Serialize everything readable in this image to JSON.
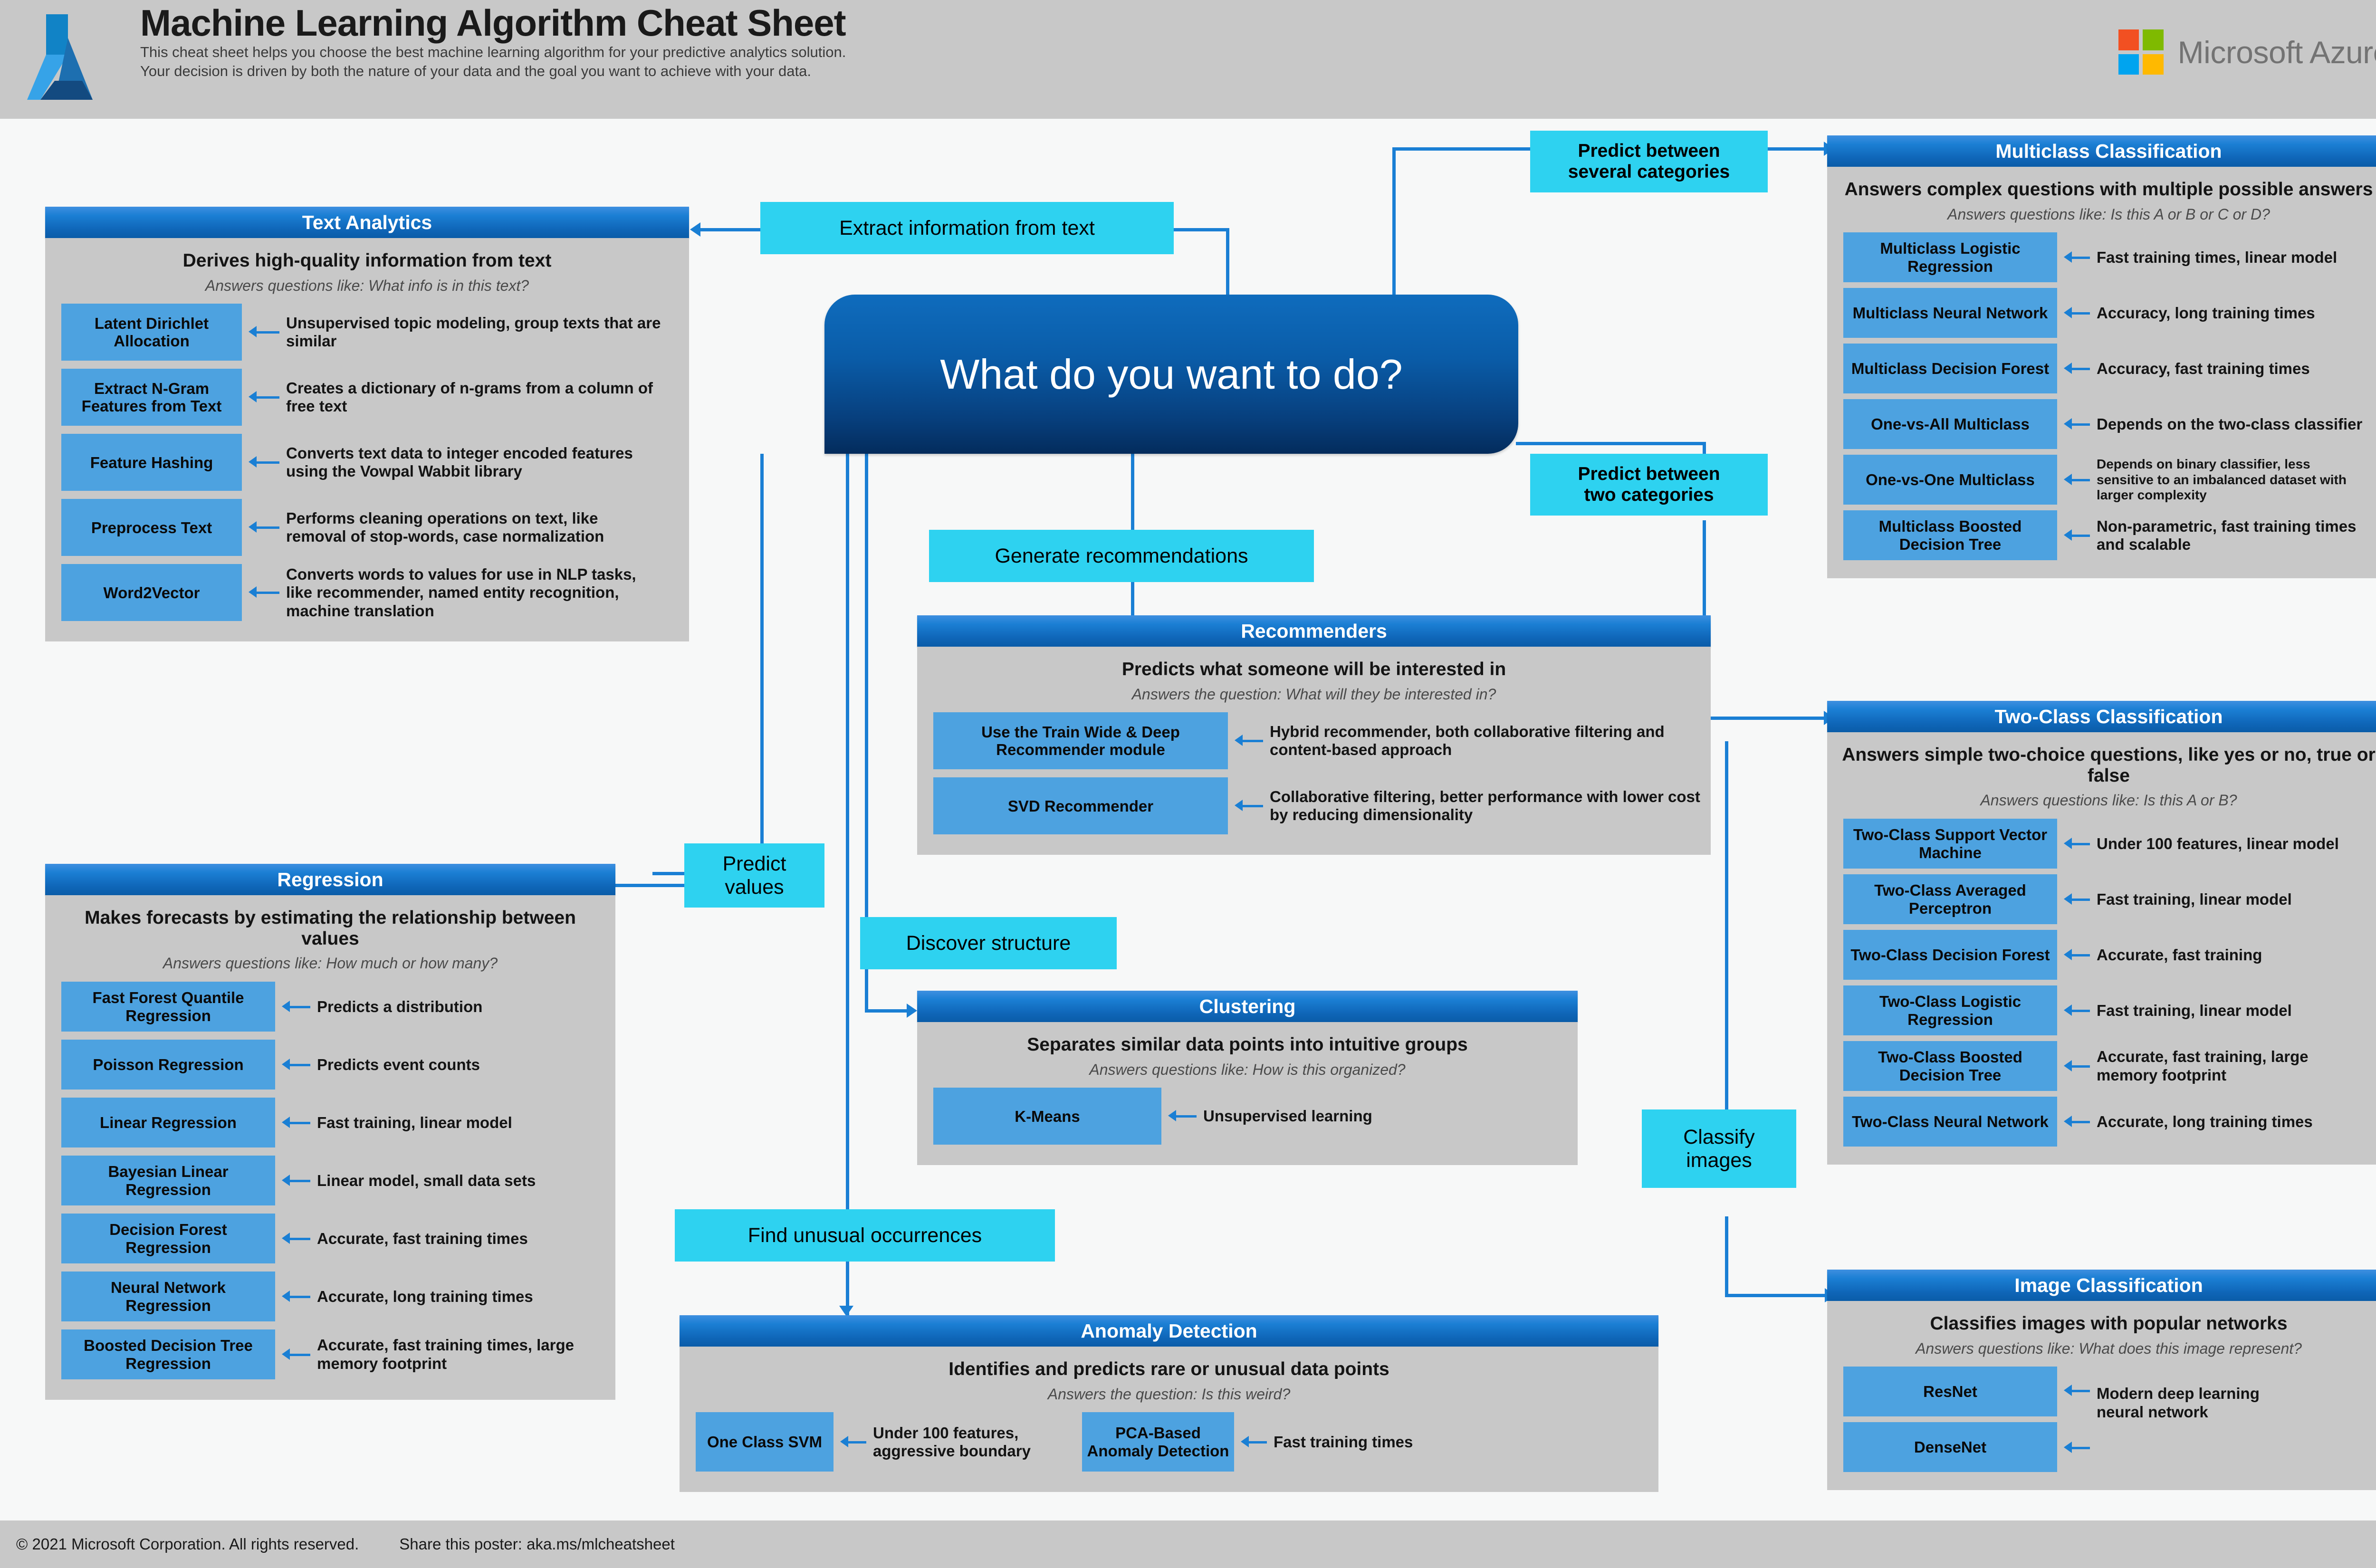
{
  "header": {
    "title": "Machine Learning Algorithm Cheat Sheet",
    "subtitle_line1": "This cheat sheet helps you choose the best machine learning algorithm for your predictive analytics solution.",
    "subtitle_line2": "Your decision is driven by both the nature of your data and the goal you want to achieve with your data.",
    "brand": "Microsoft Azure",
    "brand_colors": {
      "red": "#f25022",
      "green": "#7fba00",
      "blue": "#00a4ef",
      "yellow": "#ffb900",
      "label": "#737373"
    },
    "logo_colors": {
      "top": "#1183c6",
      "left": "#36a3e8",
      "right": "#1d6fb0",
      "bottom": "#134a80"
    }
  },
  "central": {
    "question": "What do you want to do?"
  },
  "chips": {
    "extract_information": "Extract information from text",
    "predict_several": "Predict between\nseveral categories",
    "predict_two": "Predict between\ntwo categories",
    "generate_recommendations": "Generate recommendations",
    "predict_values": "Predict\nvalues",
    "discover_structure": "Discover structure",
    "find_unusual": "Find unusual occurrences",
    "classify_images": "Classify\nimages"
  },
  "panels": {
    "text_analytics": {
      "title": "Text Analytics",
      "lead": "Derives high-quality information from text",
      "question": "Answers questions like: What info is in this text?",
      "items": [
        {
          "algorithm": "Latent Dirichlet Allocation",
          "description": "Unsupervised topic modeling, group texts that are similar"
        },
        {
          "algorithm": "Extract N-Gram Features from Text",
          "description": "Creates a dictionary of n-grams from a column of free text"
        },
        {
          "algorithm": "Feature Hashing",
          "description": "Converts text data to integer encoded features using the Vowpal Wabbit library"
        },
        {
          "algorithm": "Preprocess Text",
          "description": "Performs cleaning operations on text, like removal of stop-words, case normalization"
        },
        {
          "algorithm": "Word2Vector",
          "description": "Converts words to values for use in NLP tasks, like recommender, named entity recognition, machine translation"
        }
      ]
    },
    "regression": {
      "title": "Regression",
      "lead": "Makes forecasts by estimating the relationship between values",
      "question": "Answers questions like: How much or how many?",
      "items": [
        {
          "algorithm": "Fast Forest Quantile Regression",
          "description": "Predicts a distribution"
        },
        {
          "algorithm": "Poisson Regression",
          "description": "Predicts event counts"
        },
        {
          "algorithm": "Linear Regression",
          "description": "Fast training, linear model"
        },
        {
          "algorithm": "Bayesian Linear Regression",
          "description": "Linear model, small data sets"
        },
        {
          "algorithm": "Decision Forest Regression",
          "description": "Accurate, fast training times"
        },
        {
          "algorithm": "Neural Network Regression",
          "description": "Accurate, long training times"
        },
        {
          "algorithm": "Boosted Decision Tree Regression",
          "description": "Accurate, fast training times, large memory footprint"
        }
      ]
    },
    "recommenders": {
      "title": "Recommenders",
      "lead": "Predicts what someone will be interested in",
      "question": "Answers the question: What will they be interested in?",
      "items": [
        {
          "algorithm": "Use the Train Wide & Deep Recommender module",
          "description": "Hybrid recommender, both collaborative filtering and content-based approach"
        },
        {
          "algorithm": "SVD Recommender",
          "description": "Collaborative filtering, better performance with lower cost by reducing dimensionality"
        }
      ]
    },
    "clustering": {
      "title": "Clustering",
      "lead": "Separates similar data points into intuitive groups",
      "question": "Answers questions like: How is this organized?",
      "items": [
        {
          "algorithm": "K-Means",
          "description": "Unsupervised learning"
        }
      ]
    },
    "anomaly_detection": {
      "title": "Anomaly Detection",
      "lead": "Identifies and predicts rare or unusual data points",
      "question": "Answers the question: Is this weird?",
      "items": [
        {
          "algorithm": "One Class SVM",
          "description": "Under 100 features, aggressive boundary"
        },
        {
          "algorithm": "PCA-Based Anomaly Detection",
          "description": "Fast training times"
        }
      ]
    },
    "multiclass_classification": {
      "title": "Multiclass Classification",
      "lead": "Answers complex questions with multiple possible answers",
      "question": "Answers questions like: Is this A or B or C or D?",
      "items": [
        {
          "algorithm": "Multiclass Logistic Regression",
          "description": "Fast training times, linear model"
        },
        {
          "algorithm": "Multiclass Neural Network",
          "description": "Accuracy, long training times"
        },
        {
          "algorithm": "Multiclass Decision Forest",
          "description": "Accuracy, fast training times"
        },
        {
          "algorithm": "One-vs-All Multiclass",
          "description": "Depends on the two-class classifier"
        },
        {
          "algorithm": "One-vs-One Multiclass",
          "description": "Depends on binary classifier, less sensitive to an imbalanced dataset with larger complexity"
        },
        {
          "algorithm": "Multiclass Boosted Decision Tree",
          "description": "Non-parametric, fast training times and scalable"
        }
      ]
    },
    "two_class_classification": {
      "title": "Two-Class Classification",
      "lead": "Answers simple two-choice questions, like yes or no, true or false",
      "question": "Answers questions like: Is this A or B?",
      "items": [
        {
          "algorithm": "Two-Class Support Vector Machine",
          "description": "Under 100 features, linear model"
        },
        {
          "algorithm": "Two-Class Averaged Perceptron",
          "description": "Fast training, linear model"
        },
        {
          "algorithm": "Two-Class Decision Forest",
          "description": "Accurate, fast training"
        },
        {
          "algorithm": "Two-Class Logistic Regression",
          "description": "Fast training, linear model"
        },
        {
          "algorithm": "Two-Class Boosted Decision Tree",
          "description": "Accurate, fast training, large memory footprint"
        },
        {
          "algorithm": "Two-Class Neural Network",
          "description": "Accurate, long training times"
        }
      ]
    },
    "image_classification": {
      "title": "Image Classification",
      "lead": "Classifies images with popular networks",
      "question": "Answers questions like: What does this image represent?",
      "items": [
        {
          "algorithm": "ResNet",
          "description": "Modern deep learning neural network"
        },
        {
          "algorithm": "DenseNet",
          "description": ""
        }
      ]
    }
  },
  "footer": {
    "copyright": "© 2021 Microsoft Corporation. All rights reserved.",
    "share": "Share this poster: aka.ms/mlcheatsheet"
  },
  "colors": {
    "panel_header_blue": "#0f66b8",
    "algorithm_blue": "#4da2e0",
    "chip_cyan": "#2ed2f0",
    "connector_blue": "#1a7fd4",
    "panel_body_gray": "#c8c8c8",
    "page_bg": "#f7f8f8"
  }
}
